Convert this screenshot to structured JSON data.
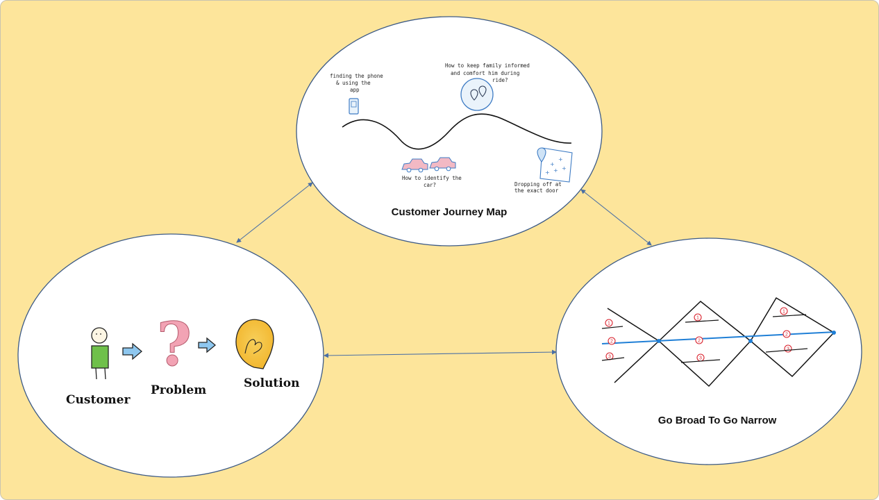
{
  "diagram": {
    "nodes": {
      "journey": {
        "title": "Customer Journey Map",
        "notes": {
          "phone": [
            "finding the phone",
            "& using the",
            "app"
          ],
          "inform": [
            "How to keep family informed",
            "and comfort him during",
            "ride?"
          ],
          "car": [
            "How to identify the",
            "car?"
          ],
          "drop": [
            "Dropping off at",
            "the exact door"
          ]
        }
      },
      "cpsolution": {
        "labels": {
          "customer": "Customer",
          "problem": "Problem",
          "solution": "Solution"
        }
      },
      "broad": {
        "title": "Go Broad To Go Narrow",
        "numbers": [
          "1",
          "2",
          "3",
          "1",
          "2",
          "3",
          "1",
          "2",
          "3"
        ]
      }
    },
    "edges": [
      "journey-cpsolution",
      "journey-broad",
      "cpsolution-broad"
    ],
    "colors": {
      "background": "#fde59b",
      "circle_border": "#3c5a86",
      "connector": "#4a6fa5",
      "highlight_blue": "#1f7fd6",
      "accent_red": "#d9232e"
    }
  }
}
